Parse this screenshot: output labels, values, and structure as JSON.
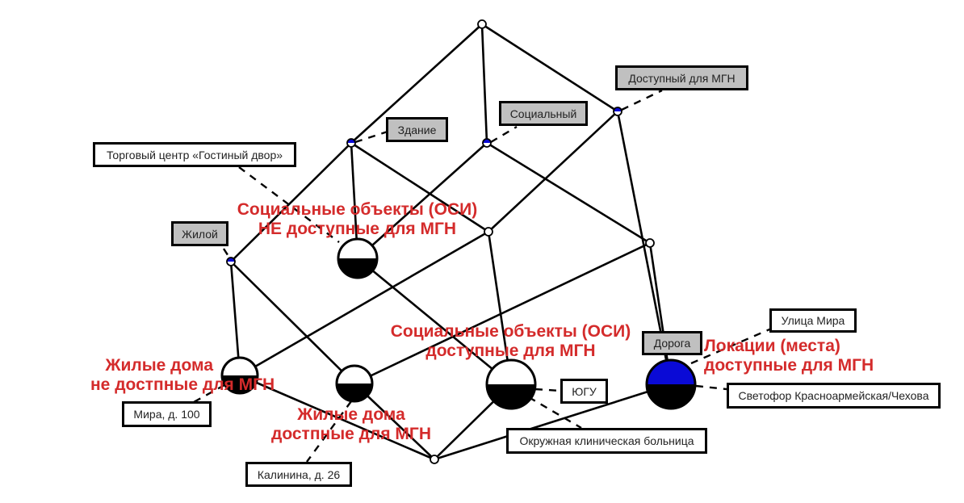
{
  "diagram": {
    "type": "concept-lattice",
    "colors": {
      "annotation_red": "#d42b2b",
      "attribute_box_fill": "#c0c0c0",
      "object_box_fill": "#ffffff",
      "node_blue": "#0a0ad6",
      "line": "#000000"
    },
    "attributes": {
      "zdanie": "Здание",
      "socialny": "Социальный",
      "dostupny": "Доступный для МГН",
      "zhiloy": "Жилой",
      "doroga": "Дорога"
    },
    "objects": {
      "gostiny_dvor": "Торговый центр «Гостиный двор»",
      "mira_100": "Мира, д. 100",
      "kalinina_26": "Калинина, д. 26",
      "yugu": "ЮГУ",
      "okruzhnaya": "Окружная клиническая больница",
      "ulitsa_mira": "Улица Мира",
      "svetofor": "Светофор Красноармейская/Чехова"
    },
    "annotations": {
      "social_not_access_1": "Социальные объекты (ОСИ)",
      "social_not_access_2": "НЕ доступные для МГН",
      "social_access_1": "Социальные объекты (ОСИ)",
      "social_access_2": "доступные для МГН",
      "housing_not_access_1": "Жилые дома",
      "housing_not_access_2": "не достпные для МГН",
      "housing_access_1": "Жилые дома",
      "housing_access_2": "достпные для МГН",
      "locations_access_1": "Локации (места)",
      "locations_access_2": "доступные для МГН"
    },
    "concepts": [
      {
        "id": "top",
        "kind": "empty",
        "extent_labels": [],
        "intent_labels": []
      },
      {
        "id": "c_zdanie",
        "kind": "attribute",
        "intent_labels": [
          "Здание"
        ]
      },
      {
        "id": "c_social",
        "kind": "attribute",
        "intent_labels": [
          "Социальный"
        ]
      },
      {
        "id": "c_dostupny",
        "kind": "attribute",
        "intent_labels": [
          "Доступный для МГН"
        ]
      },
      {
        "id": "c_zhiloy",
        "kind": "attribute",
        "intent_labels": [
          "Жилой"
        ]
      },
      {
        "id": "c_social_building",
        "kind": "empty"
      },
      {
        "id": "c_dostupny_social",
        "kind": "empty"
      },
      {
        "id": "c_osi_not_access",
        "kind": "object",
        "extent_labels": [
          "Торговый центр «Гостиный двор»"
        ]
      },
      {
        "id": "c_house_not_access",
        "kind": "object",
        "extent_labels": [
          "Мира, д. 100"
        ]
      },
      {
        "id": "c_house_access",
        "kind": "object",
        "extent_labels": [
          "Калинина, д. 26"
        ]
      },
      {
        "id": "c_osi_access",
        "kind": "object",
        "extent_labels": [
          "ЮГУ",
          "Окружная клиническая больница"
        ]
      },
      {
        "id": "c_road",
        "kind": "attribute-object",
        "intent_labels": [
          "Дорога"
        ],
        "extent_labels": [
          "Улица Мира",
          "Светофор Красноармейская/Чехова"
        ]
      },
      {
        "id": "bottom",
        "kind": "empty"
      }
    ],
    "edges": [
      [
        "top",
        "c_zdanie"
      ],
      [
        "top",
        "c_social"
      ],
      [
        "top",
        "c_dostupny"
      ],
      [
        "c_zdanie",
        "c_zhiloy"
      ],
      [
        "c_zdanie",
        "c_osi_not_access"
      ],
      [
        "c_zdanie",
        "c_social_building"
      ],
      [
        "c_social",
        "c_osi_not_access"
      ],
      [
        "c_social",
        "c_dostupny_social"
      ],
      [
        "c_dostupny",
        "c_social_building"
      ],
      [
        "c_dostupny",
        "c_road"
      ],
      [
        "c_zhiloy",
        "c_house_not_access"
      ],
      [
        "c_zhiloy",
        "c_house_access"
      ],
      [
        "c_social_building",
        "c_house_not_access"
      ],
      [
        "c_social_building",
        "c_osi_access"
      ],
      [
        "c_dostupny_social",
        "c_house_access"
      ],
      [
        "c_dostupny_social",
        "c_road"
      ],
      [
        "c_osi_not_access",
        "c_osi_access"
      ],
      [
        "c_house_not_access",
        "bottom"
      ],
      [
        "c_house_access",
        "bottom"
      ],
      [
        "c_osi_access",
        "bottom"
      ],
      [
        "c_road",
        "bottom"
      ]
    ]
  }
}
